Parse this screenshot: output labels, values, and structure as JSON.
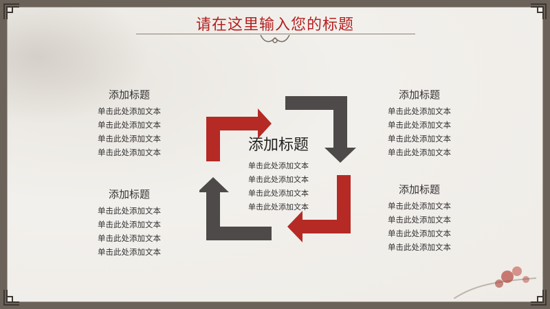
{
  "title": "请在这里输入您的标题",
  "center": {
    "heading": "添加标题",
    "lines": [
      "单击此处添加文本",
      "单击此处添加文本",
      "单击此处添加文本",
      "单击此处添加文本"
    ]
  },
  "blocks": {
    "top_left": {
      "heading": "添加标题",
      "lines": [
        "单击此处添加文本",
        "单击此处添加文本",
        "单击此处添加文本",
        "单击此处添加文本"
      ]
    },
    "top_right": {
      "heading": "添加标题",
      "lines": [
        "单击此处添加文本",
        "单击此处添加文本",
        "单击此处添加文本",
        "单击此处添加文本"
      ]
    },
    "bottom_left": {
      "heading": "添加标题",
      "lines": [
        "单击此处添加文本",
        "单击此处添加文本",
        "单击此处添加文本",
        "单击此处添加文本"
      ]
    },
    "bottom_right": {
      "heading": "添加标题",
      "lines": [
        "单击此处添加文本",
        "单击此处添加文本",
        "单击此处添加文本",
        "单击此处添加文本"
      ]
    }
  },
  "colors": {
    "red": "#b52a25",
    "dark": "#4d4a49",
    "title": "#b31f1f"
  }
}
